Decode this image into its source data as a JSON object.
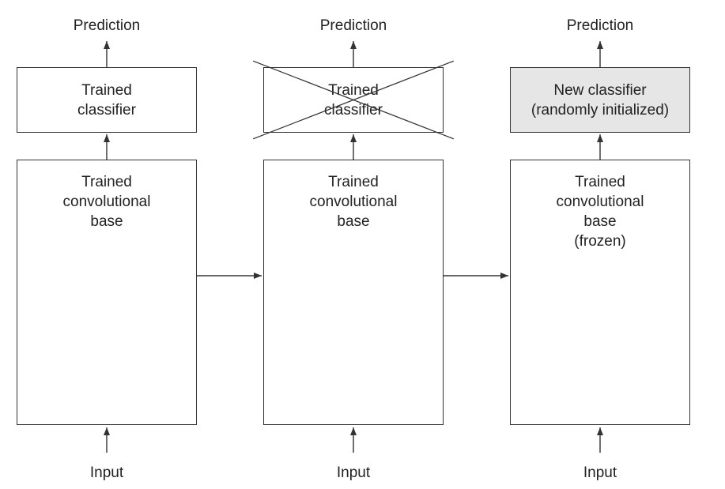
{
  "columns": [
    {
      "prediction_label": "Prediction",
      "classifier_lines": [
        "Trained",
        "classifier"
      ],
      "classifier_fill": "#ffffff",
      "classifier_crossed_out": false,
      "base_lines": [
        "Trained",
        "convolutional",
        "base"
      ],
      "input_label": "Input"
    },
    {
      "prediction_label": "Prediction",
      "classifier_lines": [
        "Trained",
        "classifier"
      ],
      "classifier_fill": "#ffffff",
      "classifier_crossed_out": true,
      "base_lines": [
        "Trained",
        "convolutional",
        "base"
      ],
      "input_label": "Input"
    },
    {
      "prediction_label": "Prediction",
      "classifier_lines": [
        "New classifier",
        "(randomly initialized)"
      ],
      "classifier_fill": "#e6e6e6",
      "classifier_crossed_out": false,
      "base_lines": [
        "Trained",
        "convolutional",
        "base",
        "(frozen)"
      ],
      "input_label": "Input"
    }
  ],
  "colors": {
    "stroke": "#333333",
    "text": "#222222",
    "shaded_fill": "#e6e6e6"
  }
}
